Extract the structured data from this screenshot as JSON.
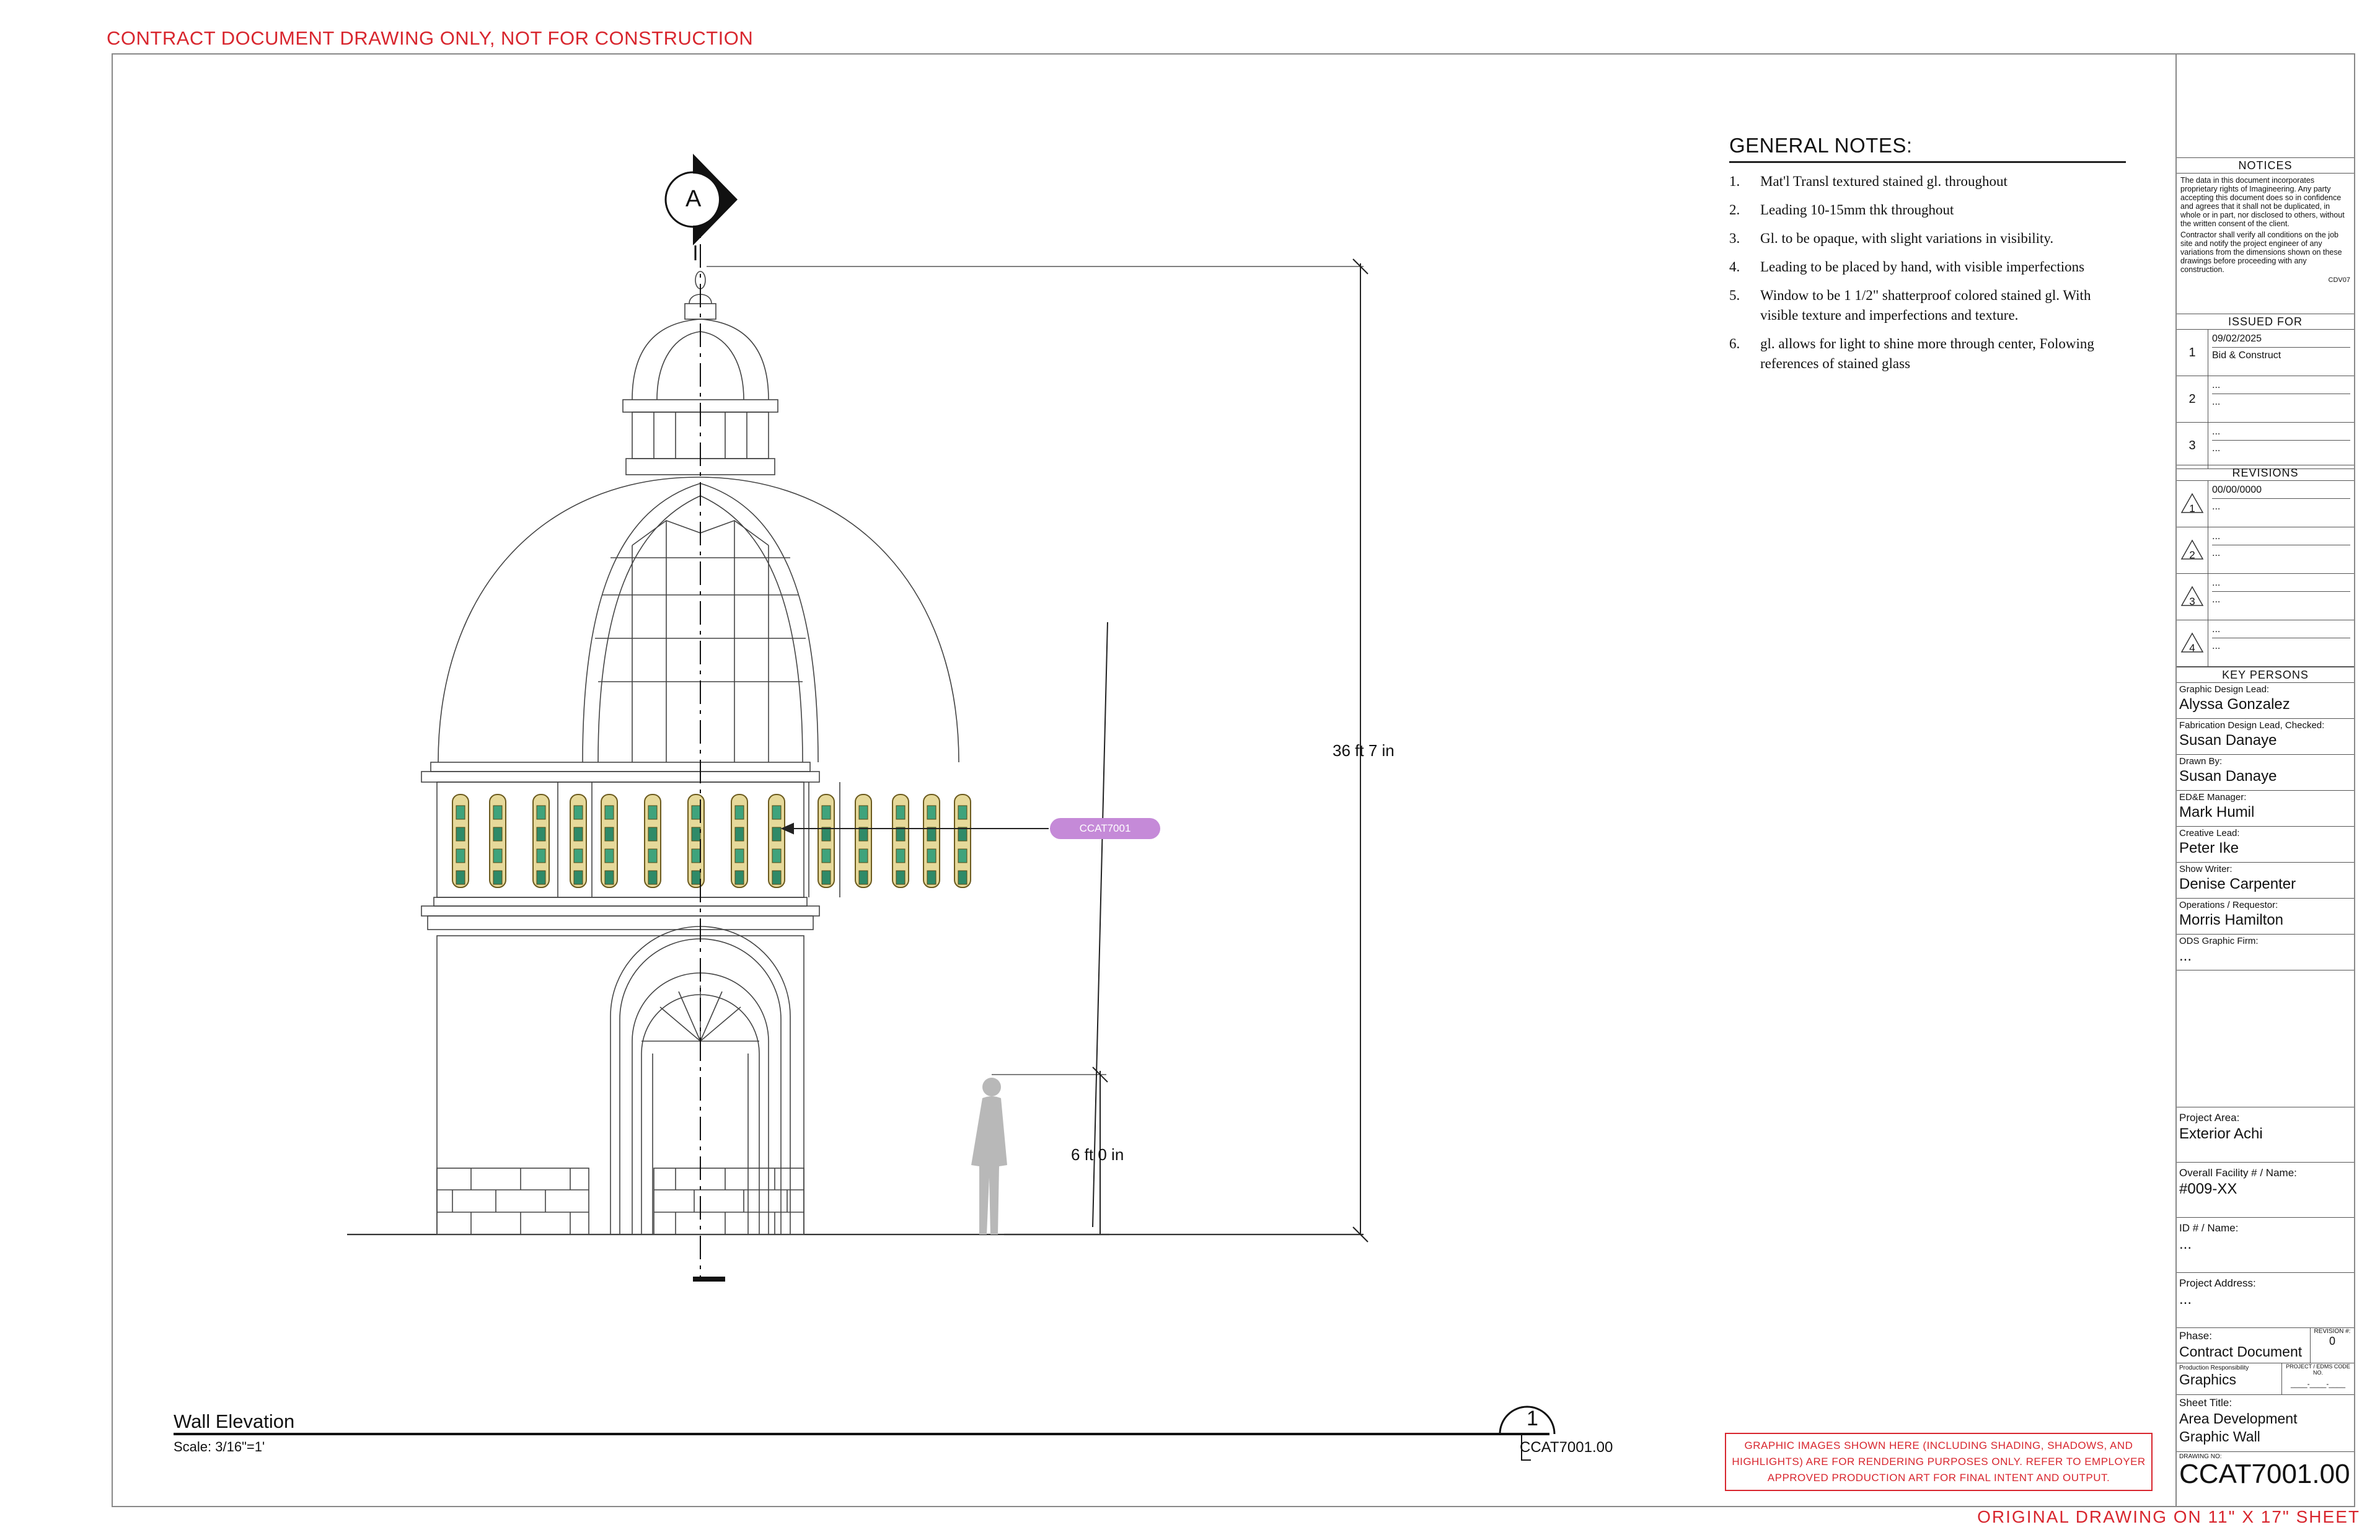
{
  "top_warning": "CONTRACT DOCUMENT DRAWING ONLY, NOT FOR CONSTRUCTION",
  "bottom_warning": "ORIGINAL DRAWING ON 11\" X 17\" SHEET",
  "section_marker": "A",
  "callout_tag": "CCAT7001",
  "dimensions": {
    "overall_height": "36 ft 7 in",
    "figure_height": "6 ft 0 in"
  },
  "general_notes": {
    "title": "GENERAL NOTES:",
    "items": [
      {
        "num": "1.",
        "text": "Mat'l Transl textured stained gl. throughout"
      },
      {
        "num": "2.",
        "text": "Leading 10-15mm thk throughout"
      },
      {
        "num": "3.",
        "text": "Gl. to be opaque, with slight variations in visibility."
      },
      {
        "num": "4.",
        "text": "Leading to be placed by hand, with visible imperfections"
      },
      {
        "num": "5.",
        "text": "Window to be 1 1/2\" shatterproof colored stained gl. With visible texture and imperfections and texture."
      },
      {
        "num": "6.",
        "text": "gl. allows for light to shine more through center, Folowing references of stained glass"
      }
    ]
  },
  "view_title": {
    "name": "Wall Elevation",
    "scale": "Scale: 3/16\"=1'",
    "ref_number": "1",
    "ref_sheet": "CCAT7001.00"
  },
  "render_note": "GRAPHIC IMAGES SHOWN HERE (INCLUDING SHADING, SHADOWS, AND HIGHLIGHTS) ARE FOR RENDERING PURPOSES ONLY. REFER TO EMPLOYER APPROVED PRODUCTION ART FOR FINAL INTENT AND OUTPUT.",
  "title_block": {
    "notices_head": "NOTICES",
    "notice_1": "The data in this document incorporates proprietary rights of Imagineering. Any party accepting this document does so in confidence and agrees that it shall not be duplicated, in whole or in part, nor disclosed to others, without the written consent of the client.",
    "notice_2": "Contractor shall verify all conditions on the job site and notify the project engineer of any variations from the dimensions shown on these drawings before proceeding with any construction.",
    "notice_code": "CDV07",
    "issued_head": "ISSUED FOR",
    "issued": [
      {
        "num": "1",
        "date": "09/02/2025",
        "desc": "Bid & Construct"
      },
      {
        "num": "2",
        "date": "...",
        "desc": "..."
      },
      {
        "num": "3",
        "date": "...",
        "desc": "..."
      }
    ],
    "revisions_head": "REVISIONS",
    "revisions": [
      {
        "num": "1",
        "date": "00/00/0000",
        "desc": "..."
      },
      {
        "num": "2",
        "date": "...",
        "desc": "..."
      },
      {
        "num": "3",
        "date": "...",
        "desc": "..."
      },
      {
        "num": "4",
        "date": "...",
        "desc": "..."
      }
    ],
    "key_persons_head": "KEY PERSONS",
    "key_persons": [
      {
        "label": "Graphic Design Lead:",
        "value": "Alyssa Gonzalez"
      },
      {
        "label": "Fabrication Design Lead, Checked:",
        "value": "Susan Danaye"
      },
      {
        "label": "Drawn By:",
        "value": "Susan Danaye"
      },
      {
        "label": "ED&E Manager:",
        "value": "Mark Humil"
      },
      {
        "label": "Creative Lead:",
        "value": "Peter Ike"
      },
      {
        "label": "Show Writer:",
        "value": "Denise Carpenter"
      },
      {
        "label": "Operations / Requestor:",
        "value": "Morris Hamilton"
      },
      {
        "label": "ODS Graphic Firm:",
        "value": "..."
      }
    ],
    "project": [
      {
        "label": "Project Area:",
        "value": "Exterior Achi"
      },
      {
        "label": "Overall Facility # / Name:",
        "value": "#009-XX"
      },
      {
        "label": "ID # / Name:",
        "value": "..."
      },
      {
        "label": "Project Address:",
        "value": "..."
      }
    ],
    "phase_label": "Phase:",
    "phase_value": "Contract Document",
    "revision_label": "REVISION #:",
    "revision_value": "0",
    "production_label": "Production Responsibility",
    "production_value": "Graphics",
    "code_label": "PROJECT / EDMS CODE NO.",
    "code_value": "____-____-____",
    "sheet_title_label": "Sheet Title:",
    "sheet_title_1": "Area Development",
    "sheet_title_2": "Graphic Wall",
    "drawing_no_label": "DRAWING NO:",
    "drawing_no": "CCAT7001.00"
  }
}
